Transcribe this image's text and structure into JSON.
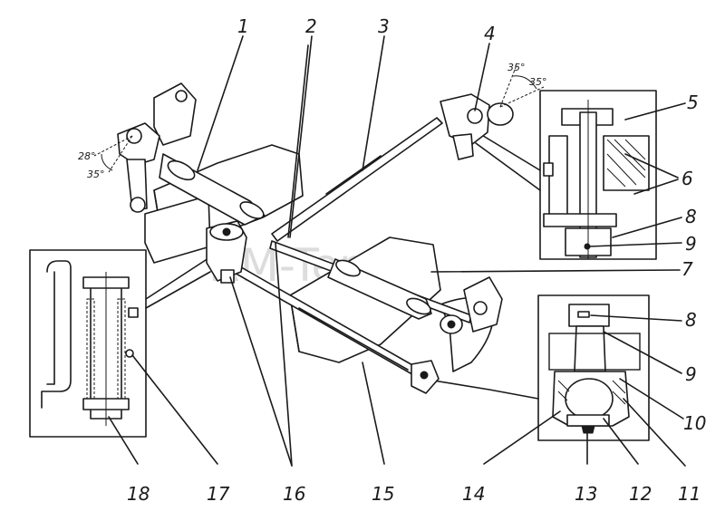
{
  "watermark": "RM-Terex",
  "callouts": [
    "1",
    "2",
    "3",
    "4",
    "5",
    "6",
    "7",
    "8",
    "9",
    "10",
    "11",
    "12",
    "13",
    "14",
    "15",
    "16",
    "17",
    "18"
  ],
  "angles": {
    "left_upper": "28°",
    "left_lower": "35°",
    "right_a": "35°",
    "right_b": "35°"
  }
}
